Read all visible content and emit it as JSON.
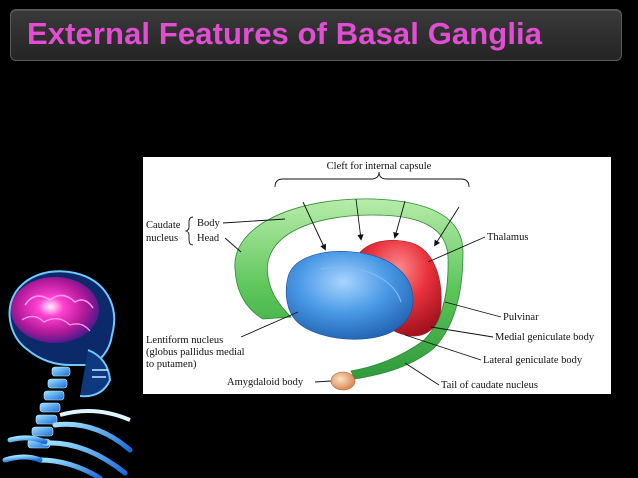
{
  "slide": {
    "title": "External Features of Basal Ganglia"
  },
  "diagram": {
    "labels": {
      "cleft": "Cleft for internal capsule",
      "caudate_line1": "Caudate",
      "caudate_line2": "nucleus",
      "body": "Body",
      "head": "Head",
      "thalamus": "Thalamus",
      "lentiform_line1": "Lentiform nucleus",
      "lentiform_line2": "(globus pallidus medial",
      "lentiform_line3": "to putamen)",
      "pulvinar": "Pulvinar",
      "medial_geniculate": "Medial geniculate body",
      "lateral_geniculate": "Lateral geniculate body",
      "amygdaloid": "Amygdaloid body",
      "tail": "Tail of caudate nucleus"
    },
    "colors": {
      "caudate": "#5cc65a",
      "lentiform": "#3f8fe0",
      "thalamus": "#e8323c",
      "amygdaloid": "#e8a878",
      "title": "#e24ed3"
    }
  }
}
